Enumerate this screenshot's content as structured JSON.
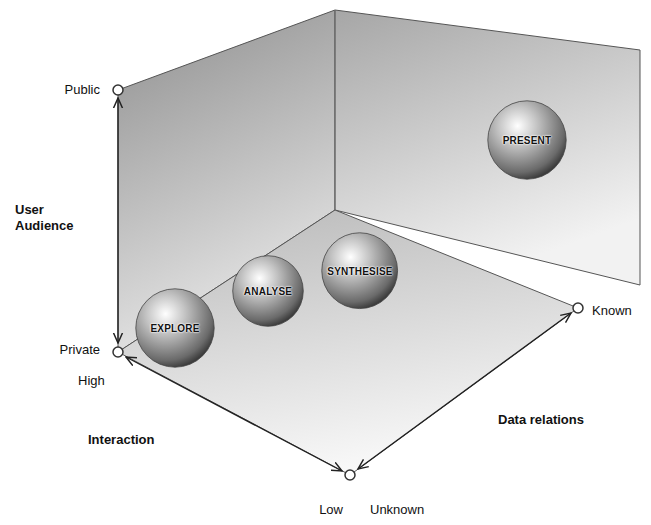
{
  "diagram": {
    "nodes": [
      {
        "text": [
          "EXPLORE"
        ]
      },
      {
        "text": [
          "ANALYSE"
        ]
      },
      {
        "text": [
          "SYNTHESISE"
        ]
      },
      {
        "text": [
          "PRESENT"
        ]
      }
    ],
    "labels": [
      "Public",
      "User Audience",
      "Private",
      "High",
      "Interaction",
      "Low",
      "Unknown",
      "Data relations",
      "Known"
    ]
  }
}
